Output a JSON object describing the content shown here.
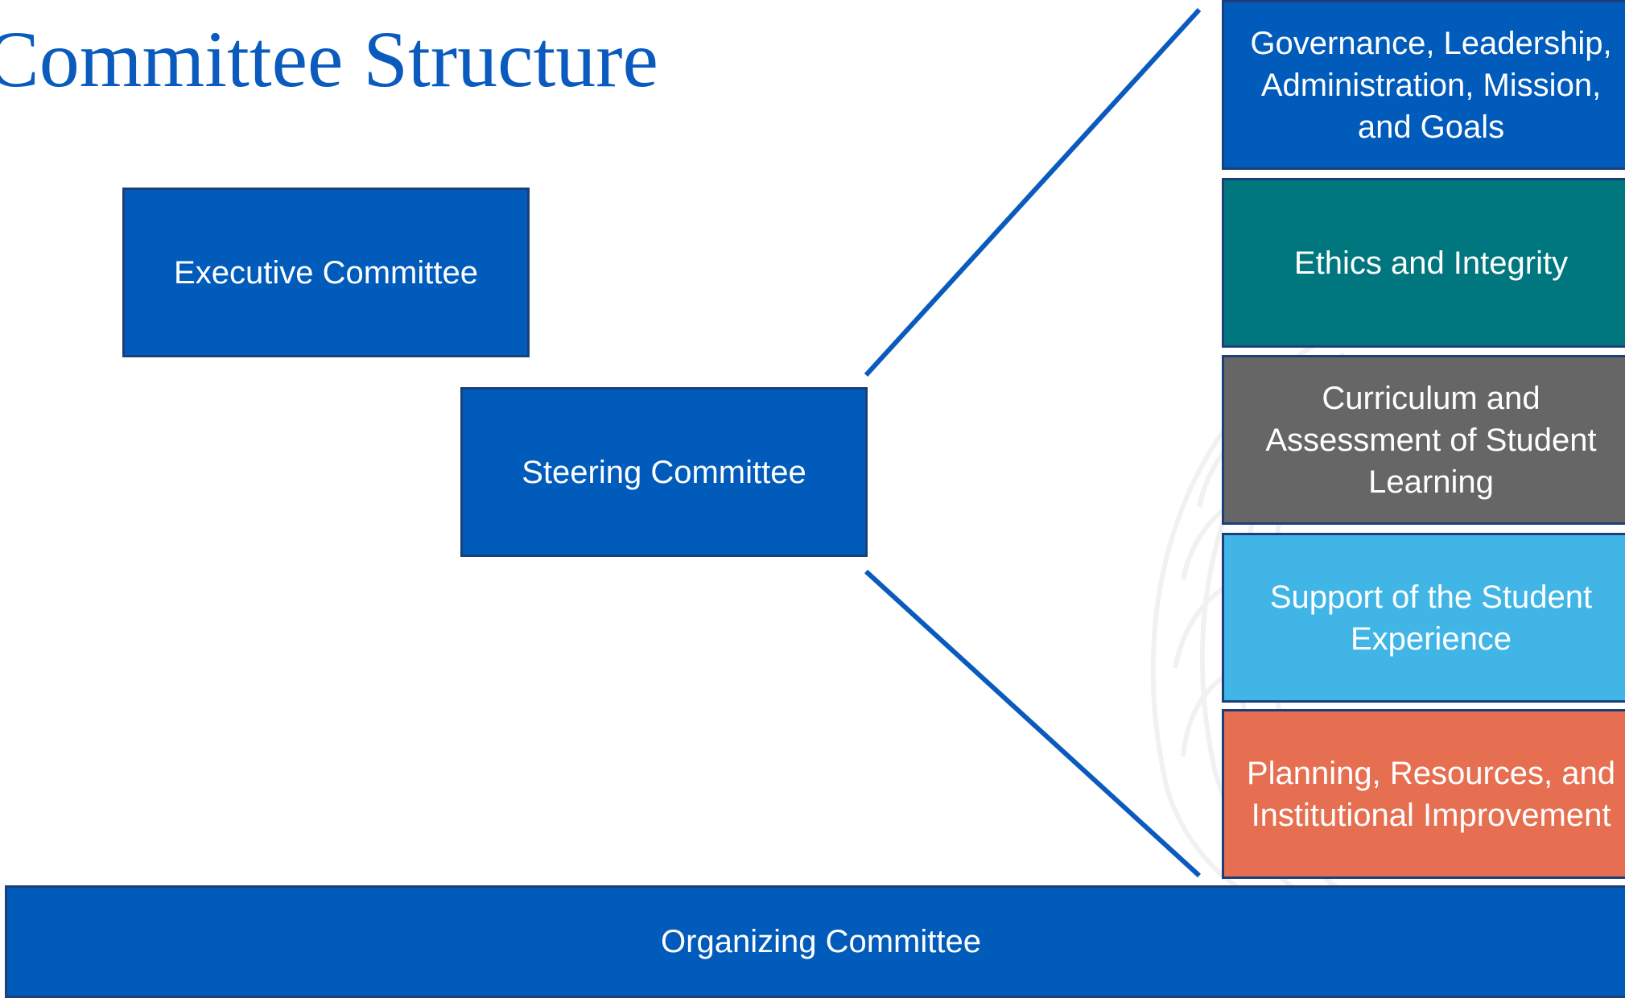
{
  "title": "Committee Structure",
  "top_committees": {
    "executive": "Executive Committee",
    "steering": "Steering Committee"
  },
  "working_groups": [
    {
      "label": "Governance, Leadership, Administration, Mission, and Goals",
      "color": "#005bbb"
    },
    {
      "label": "Ethics and Integrity",
      "color": "#00777e"
    },
    {
      "label": "Curriculum and Assessment of Student Learning",
      "color": "#666666"
    },
    {
      "label": "Support of the Student Experience",
      "color": "#41b6e6"
    },
    {
      "label": "Planning, Resources, and Institutional Improvement",
      "color": "#e76f51"
    }
  ],
  "base_committee": "Organizing Committee",
  "colors": {
    "primary_blue": "#005bbb",
    "title_blue": "#0a5bbd",
    "connector": "#0a5bbd"
  }
}
